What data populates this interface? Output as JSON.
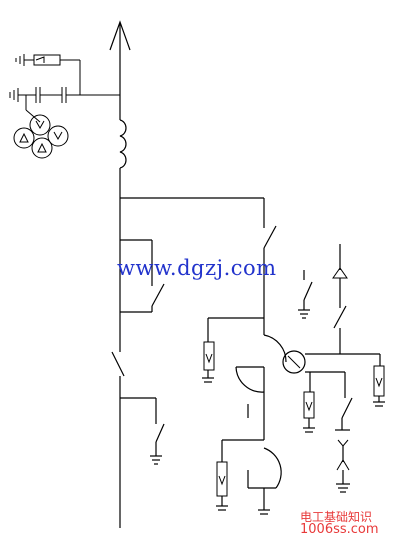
{
  "watermark": {
    "url": "www.dgzj.com"
  },
  "footer": {
    "cn_text": "电工基础知识",
    "site": "1006ss.com"
  },
  "colors": {
    "line": "#000000",
    "watermark": "#2233cc",
    "footer": "#e83a3a"
  }
}
